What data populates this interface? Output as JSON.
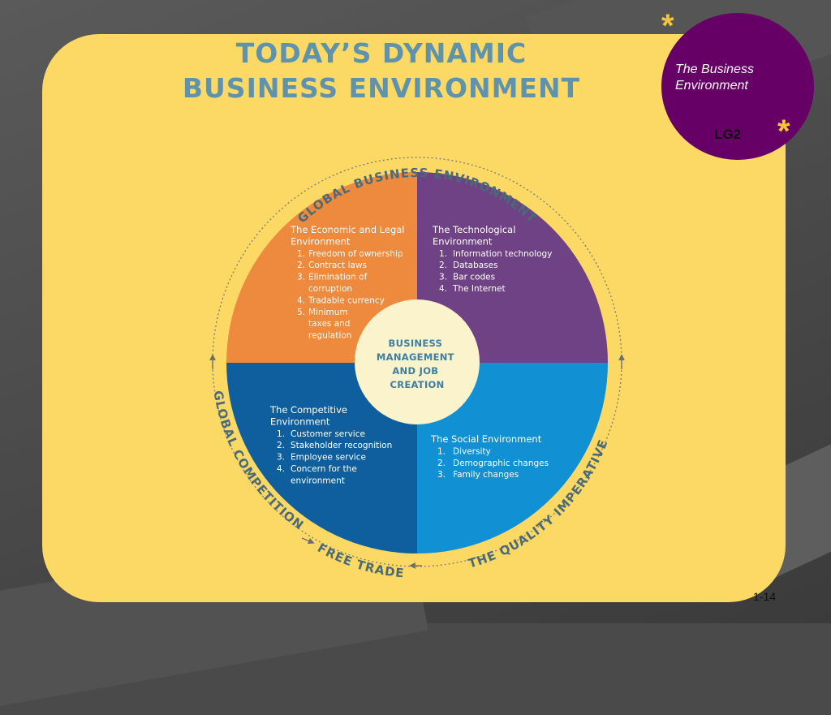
{
  "slide": {
    "title_line1": "TODAY’S DYNAMIC",
    "title_line2": "BUSINESS ENVIRONMENT",
    "page_number": "1-14"
  },
  "badge": {
    "text_line1": "The Business",
    "text_line2": "Environment",
    "code": "LG2",
    "star": "*"
  },
  "colors": {
    "title": "#5f93ad",
    "panel": "#fcd964",
    "badge": "#660066",
    "economic": "#ee8a3d",
    "technological": "#6e4284",
    "competitive": "#0f5f9e",
    "social": "#1190d4",
    "center": "#fbf3cc"
  },
  "diagram": {
    "outer_ring": {
      "top": "GLOBAL BUSINESS ENVIRONMENT",
      "left": "GLOBAL COMPETITION",
      "bottom": "FREE TRADE",
      "right": "THE QUALITY IMPERATIVE"
    },
    "center": {
      "line1": "BUSINESS",
      "line2": "MANAGEMENT",
      "line3": "AND JOB",
      "line4": "CREATION"
    },
    "quadrants": {
      "economic": {
        "title_line1": "The Economic and Legal",
        "title_line2": "Environment",
        "items": [
          {
            "num": "1.",
            "lines": [
              "Freedom of ownership"
            ]
          },
          {
            "num": "2.",
            "lines": [
              "Contract laws"
            ]
          },
          {
            "num": "3.",
            "lines": [
              "Elimination of",
              "corruption"
            ]
          },
          {
            "num": "4.",
            "lines": [
              "Tradable currency"
            ]
          },
          {
            "num": "5.",
            "lines": [
              "Minimum",
              "taxes and",
              "regulation"
            ]
          }
        ]
      },
      "technological": {
        "title_line1": "The Technological",
        "title_line2": "Environment",
        "items": [
          {
            "num": "1.",
            "lines": [
              "Information technology"
            ]
          },
          {
            "num": "2.",
            "lines": [
              "Databases"
            ]
          },
          {
            "num": "3.",
            "lines": [
              "Bar codes"
            ]
          },
          {
            "num": "4.",
            "lines": [
              "The Internet"
            ]
          }
        ]
      },
      "competitive": {
        "title_line1": "The Competitive",
        "title_line2": "Environment",
        "items": [
          {
            "num": "1.",
            "lines": [
              "Customer service"
            ]
          },
          {
            "num": "2.",
            "lines": [
              "Stakeholder recognition"
            ]
          },
          {
            "num": "3.",
            "lines": [
              "Employee service"
            ]
          },
          {
            "num": "4.",
            "lines": [
              "Concern for the",
              "environment"
            ]
          }
        ]
      },
      "social": {
        "title_line1": "The Social Environment",
        "title_line2": "",
        "items": [
          {
            "num": "1.",
            "lines": [
              "Diversity"
            ]
          },
          {
            "num": "2.",
            "lines": [
              "Demographic changes"
            ]
          },
          {
            "num": "3.",
            "lines": [
              "Family changes"
            ]
          }
        ]
      }
    }
  }
}
